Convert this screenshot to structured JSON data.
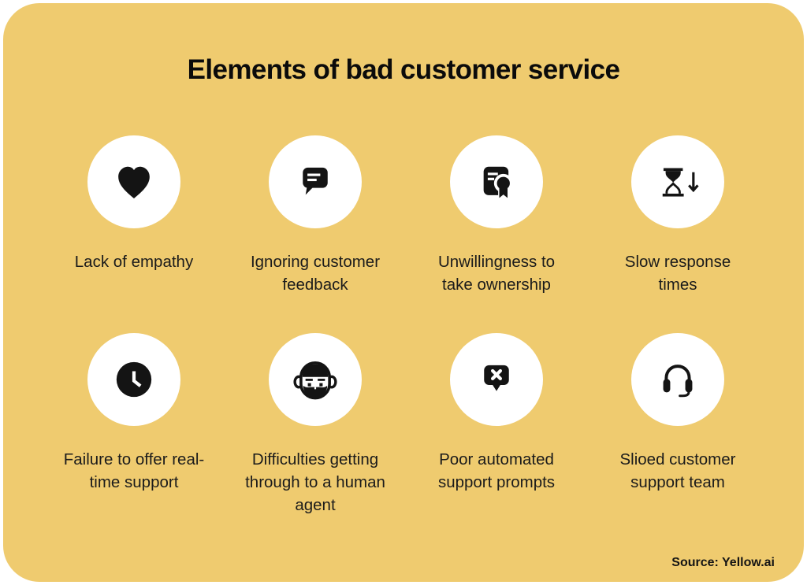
{
  "card": {
    "title": "Elements of bad customer service",
    "source": "Source: Yellow.ai",
    "background": "#EFCB6F"
  },
  "colors": {
    "card_background": "#EFCB6F",
    "circle_background": "#ffffff",
    "icon": "#141414",
    "title_text": "#0b0b0b",
    "label_text": "#1b1b1b"
  },
  "items": [
    {
      "icon": "heart-icon",
      "label": "Lack of empathy"
    },
    {
      "icon": "chat-feedback-icon",
      "label": "Ignoring customer feedback"
    },
    {
      "icon": "certificate-icon",
      "label": "Unwillingness to take ownership"
    },
    {
      "icon": "hourglass-down-icon",
      "label": "Slow response times"
    },
    {
      "icon": "clock-icon",
      "label": "Failure to offer real-time support"
    },
    {
      "icon": "human-agent-icon",
      "label": "Difficulties getting through to a human agent"
    },
    {
      "icon": "chat-error-icon",
      "label": "Poor automated support prompts"
    },
    {
      "icon": "headset-icon",
      "label": "Slioed customer support team"
    }
  ]
}
